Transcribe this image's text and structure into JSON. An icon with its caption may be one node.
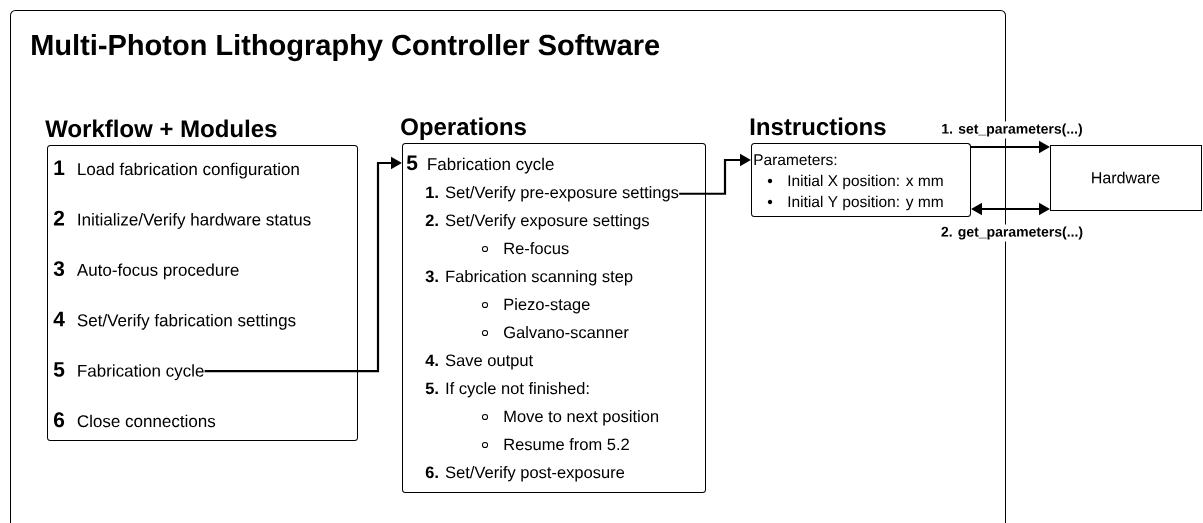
{
  "diagram": {
    "nodes": [
      {
        "text": [
          "Multi-Photon Lithography Controller Software"
        ]
      },
      {
        "text": [
          "Workflow + Modules"
        ],
        "in": 0
      },
      {
        "text": [
          "1",
          "Load fabrication configuration"
        ],
        "in": 1
      },
      {
        "text": [
          "2",
          "Initialize/Verify hardware status"
        ],
        "in": 1
      },
      {
        "text": [
          "3",
          "Auto-focus procedure"
        ],
        "in": 1
      },
      {
        "text": [
          "4",
          "Set/Verify fabrication settings"
        ],
        "in": 1
      },
      {
        "text": [
          "5",
          "Fabrication cycle"
        ],
        "in": 1
      },
      {
        "text": [
          "6",
          "Close connections"
        ],
        "in": 1
      },
      {
        "text": [
          "Operations",
          "5",
          "Fabrication cycle"
        ],
        "in": 0
      },
      {
        "text": [
          "1.",
          "Set/Verify pre-exposure settings"
        ],
        "in": 8
      },
      {
        "text": [
          "2.",
          "Set/Verify exposure settings"
        ],
        "in": 8
      },
      {
        "text": [
          "Re-focus"
        ],
        "in": 8
      },
      {
        "text": [
          "3.",
          "Fabrication scanning step"
        ],
        "in": 8
      },
      {
        "text": [
          "Piezo-stage"
        ],
        "in": 8
      },
      {
        "text": [
          "Galvano-scanner"
        ],
        "in": 8
      },
      {
        "text": [
          "4.",
          "Save output"
        ],
        "in": 8
      },
      {
        "text": [
          "5.",
          "If cycle not finished:"
        ],
        "in": 8
      },
      {
        "text": [
          "Move to next position"
        ],
        "in": 8
      },
      {
        "text": [
          "Resume from 5.2"
        ],
        "in": 8
      },
      {
        "text": [
          "6.",
          "Set/Verify post-exposure"
        ],
        "in": 8
      },
      {
        "text": [
          "Instructions",
          "Parameters:",
          "Initial X position: x mm",
          "Initial Y position: y mm"
        ],
        "in": 0
      },
      {
        "text": [
          "Hardware"
        ]
      }
    ],
    "edges": [
      {
        "from": 6,
        "to": 8,
        "arrow": "to"
      },
      {
        "from": 9,
        "to": 20,
        "arrow": "to"
      },
      {
        "from": 20,
        "to": 21,
        "arrow": "to",
        "label": "1. set_parameters(...)"
      },
      {
        "from": 20,
        "to": 21,
        "arrow": "both",
        "label": "2. get_parameters(...)"
      }
    ]
  }
}
